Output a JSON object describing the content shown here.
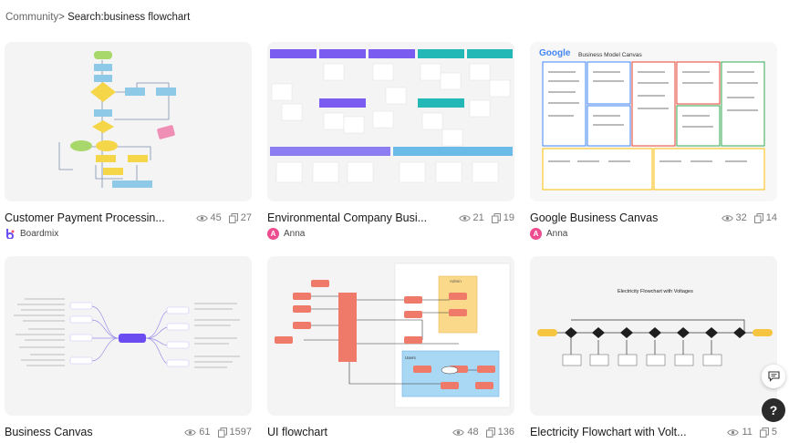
{
  "breadcrumb": {
    "root": "Community",
    "separator": ">",
    "current": "Search:business flowchart"
  },
  "cards": [
    {
      "title": "Customer Payment Processin...",
      "views": "45",
      "copies": "27",
      "author": "Boardmix",
      "author_type": "brand-logo"
    },
    {
      "title": "Environmental Company Busi...",
      "views": "21",
      "copies": "19",
      "author": "Anna",
      "avatar_letter": "A"
    },
    {
      "title": "Google Business Canvas",
      "views": "32",
      "copies": "14",
      "author": "Anna",
      "avatar_letter": "A"
    },
    {
      "title": "Business Canvas",
      "views": "61",
      "copies": "1597"
    },
    {
      "title": "UI flowchart",
      "views": "48",
      "copies": "136"
    },
    {
      "title": "Electricity Flowchart with Volt...",
      "views": "11",
      "copies": "5"
    }
  ],
  "thumbnails": {
    "google_canvas_title": "Business Model Canvas",
    "google_logo": "Google",
    "electricity_title": "Electricity Flowchart with Voltages",
    "ui_flow_admin": "Admin",
    "ui_flow_users": "Users"
  },
  "icons": {
    "views": "eye-icon",
    "copies": "copy-icon",
    "chat": "chat-icon",
    "help": "help-icon"
  },
  "help_label": "?",
  "colors": {
    "avatar": "#ee4c8f",
    "accent_purple": "#7b5cf0",
    "accent_teal": "#23b8b5",
    "flow_red": "#f07a6a",
    "flow_yellow": "#f5c542"
  }
}
